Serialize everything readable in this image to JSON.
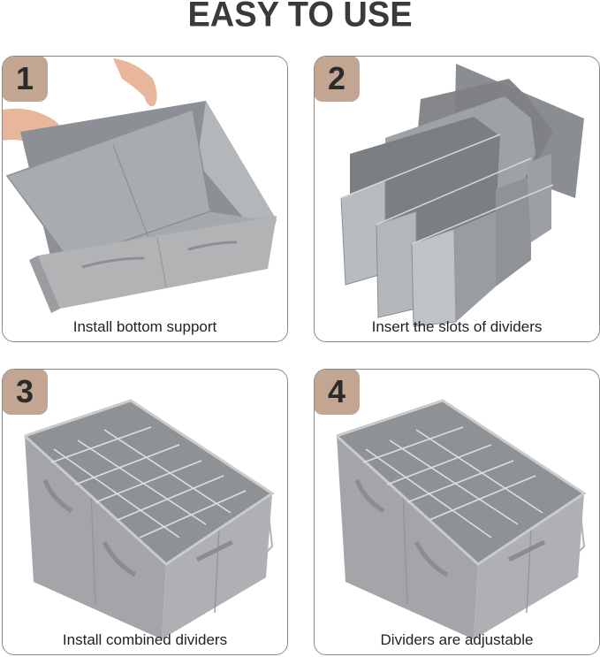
{
  "title": "EASY TO USE",
  "steps": [
    {
      "number": "1",
      "caption": "Install bottom support"
    },
    {
      "number": "2",
      "caption": "Insert the slots of dividers"
    },
    {
      "number": "3",
      "caption": "Install combined dividers"
    },
    {
      "number": "4",
      "caption": "Dividers are adjustable"
    }
  ],
  "colors": {
    "badge": "#c3a691",
    "title": "#3a3a3a",
    "product_gray": "#a3a5a8"
  }
}
